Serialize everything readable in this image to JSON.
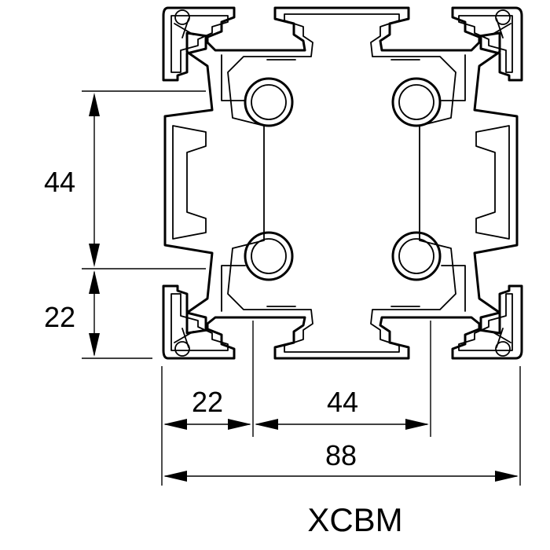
{
  "dimensions": {
    "left_upper": "44",
    "left_lower": "22",
    "bottom_left": "22",
    "bottom_middle": "44",
    "bottom_overall": "88"
  },
  "caption": "XCBM",
  "colors": {
    "line": "#000000",
    "background": "#ffffff"
  }
}
